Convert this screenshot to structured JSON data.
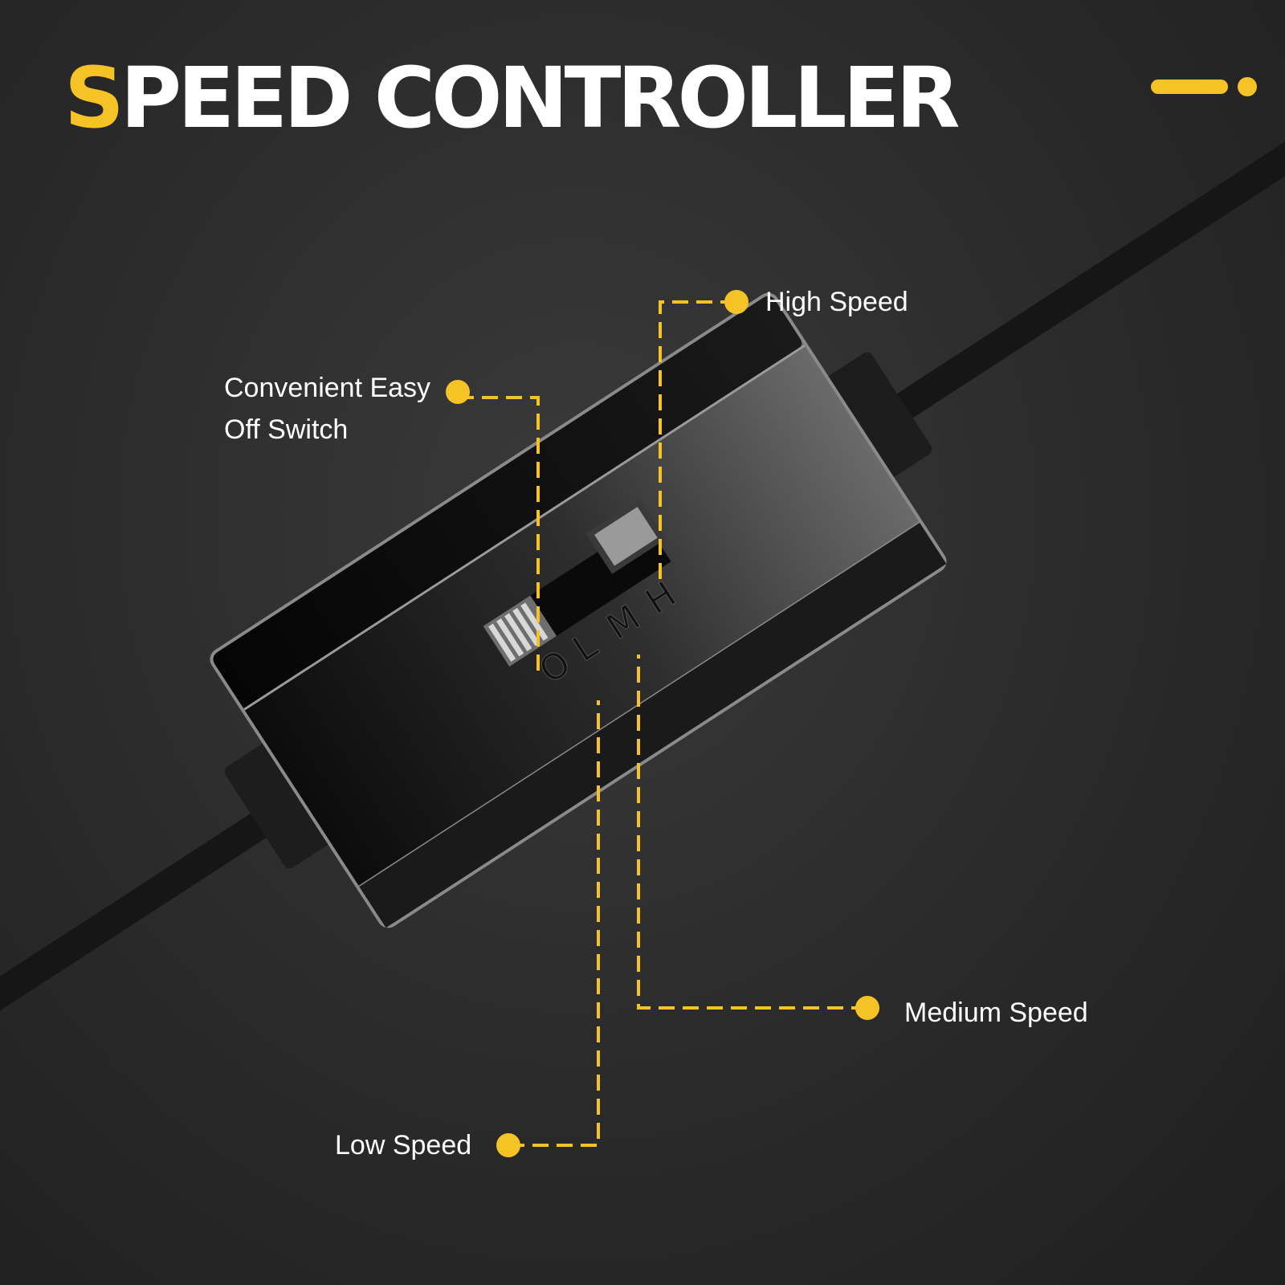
{
  "title": {
    "first_letter": "S",
    "rest": "PEED CONTROLLER"
  },
  "callouts": {
    "off": {
      "line1": "Convenient Easy",
      "line2": "Off Switch"
    },
    "high": "High Speed",
    "medium": "Medium Speed",
    "low": "Low Speed"
  },
  "switch_markings": [
    "O",
    "L",
    "M",
    "H"
  ],
  "colors": {
    "accent": "#f5c326",
    "background": "#2a2a2a",
    "text": "#ffffff"
  }
}
